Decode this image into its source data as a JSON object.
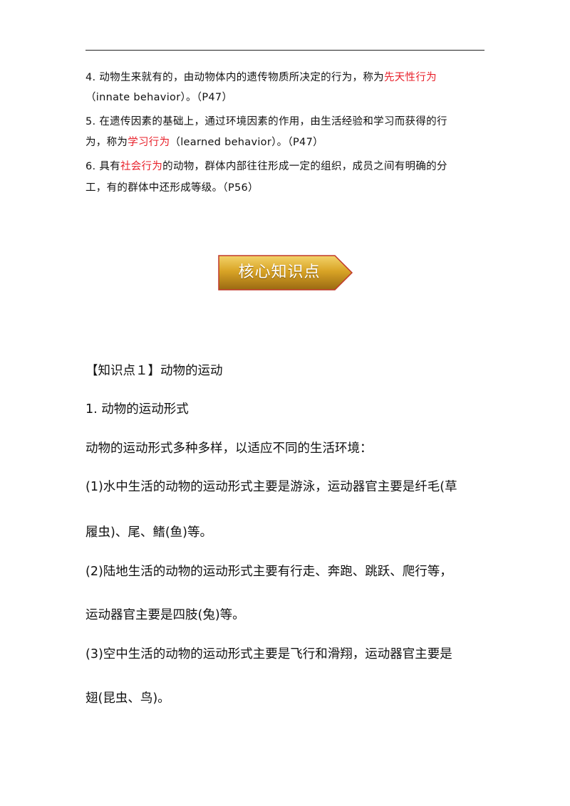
{
  "definitions": [
    {
      "line1": {
        "pre": "4. 动物生来就有的，由动物体内的遗传物质所决定的行为，称为",
        "term": "先天性行为",
        "post": ""
      },
      "line2": {
        "pre": "（innate behavior）。（P47）",
        "term": "",
        "post": ""
      }
    },
    {
      "line1": {
        "pre": "5. 在遗传因素的基础上，通过环境因素的作用，由生活经验和学习而获得的行",
        "term": "",
        "post": ""
      },
      "line2": {
        "pre": "为，称为",
        "term": "学习行为",
        "post": "（learned behavior）。（P47）"
      }
    },
    {
      "line1": {
        "pre": "6. 具有",
        "term": "社会行为",
        "post": "的动物，群体内部往往形成一定的组织，成员之间有明确的分"
      },
      "line2": {
        "pre": "工，有的群体中还形成等级。（P56）",
        "term": "",
        "post": ""
      }
    }
  ],
  "banner": {
    "label": "核心知识点"
  },
  "section": {
    "heading": "【知识点１】动物的运动",
    "subheading": "1. 动物的运动形式",
    "intro": "动物的运动形式多种多样，以适应不同的生活环境：",
    "items": [
      {
        "line1": "(1)水中生活的动物的运动形式主要是游泳，运动器官主要是纤毛(草",
        "line2": "履虫)、尾、鳍(鱼)等。"
      },
      {
        "line1": "(2)陆地生活的动物的运动形式主要有行走、奔跑、跳跃、爬行等，",
        "line2": "运动器官主要是四肢(兔)等。"
      },
      {
        "line1": "(3)空中生活的动物的运动形式主要是飞行和滑翔，运动器官主要是",
        "line2": "翅(昆虫、鸟)。"
      }
    ]
  }
}
